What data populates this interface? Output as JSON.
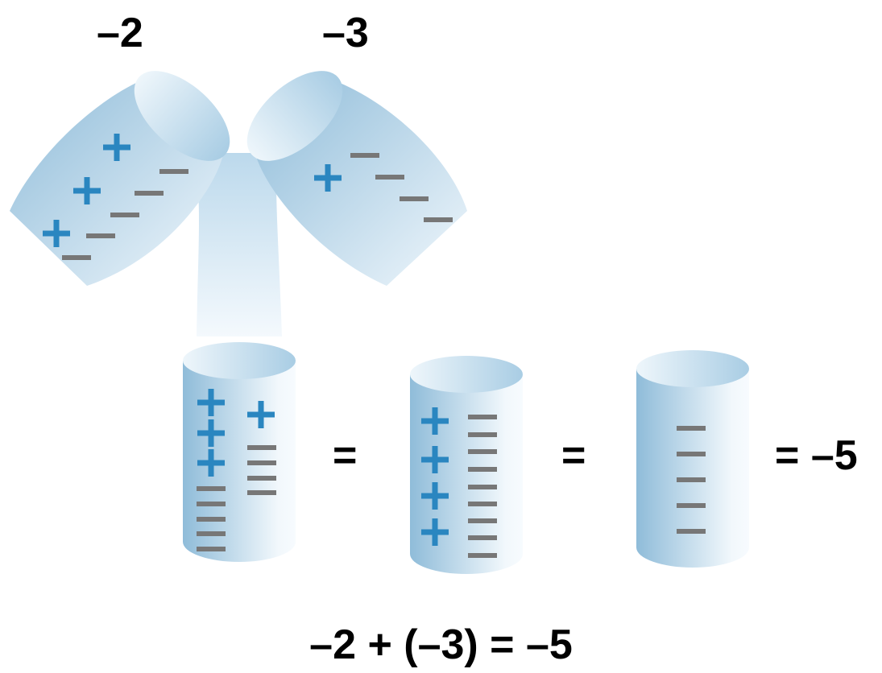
{
  "labels": {
    "left_cup": "–2",
    "right_cup": "–3",
    "equals_1": "=",
    "equals_2": "=",
    "result": "= –5"
  },
  "equation": "–2 + (–3) = –5",
  "symbols": {
    "positive": "+",
    "negative": "–"
  },
  "colors": {
    "cup_fill_dark": "#8fbcd9",
    "cup_fill_light": "#f2f8fc",
    "positive": "#2a86c0",
    "negative": "#777777"
  },
  "cups": {
    "pour_left": {
      "positives": 3,
      "negatives": 5
    },
    "pour_right": {
      "positives": 1,
      "negatives": 4
    },
    "mixed": {
      "positives": 4,
      "negatives": 9
    },
    "paired": {
      "positives": 4,
      "negatives": 9
    },
    "result": {
      "positives": 0,
      "negatives": 5
    }
  }
}
